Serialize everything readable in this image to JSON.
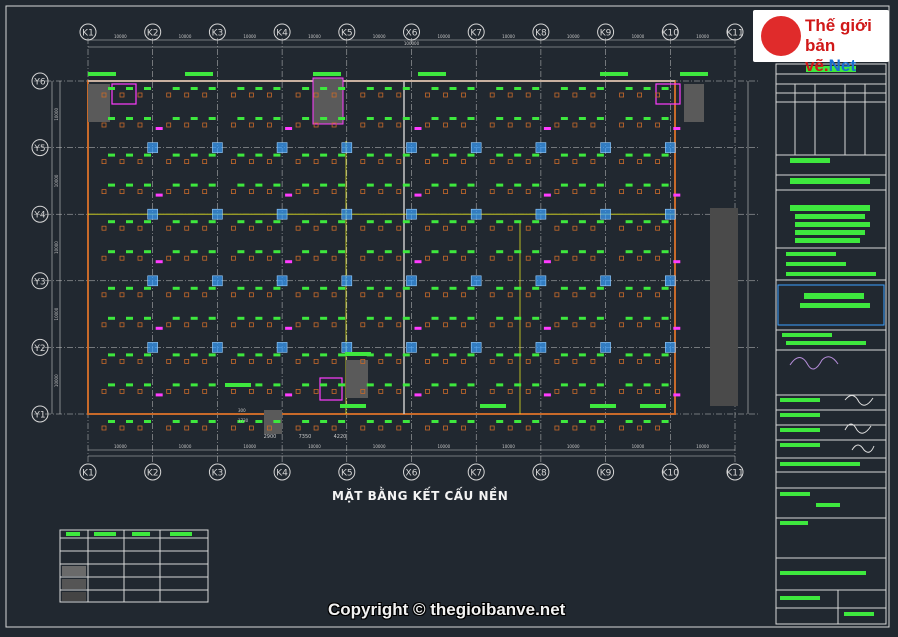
{
  "drawing": {
    "title": "MẶT BẰNG KẾT CẤU NỀN",
    "grid_x": [
      "K1",
      "K2",
      "K3",
      "K4",
      "K5",
      "X6",
      "K7",
      "K8",
      "K9",
      "K10",
      "K11"
    ],
    "grid_y": [
      "Y6",
      "Y5",
      "Y4",
      "Y3",
      "Y2",
      "Y1"
    ],
    "span_label_top": "10000",
    "overall_label_top": "100000",
    "span_label_left": "10000",
    "bottom_dims": [
      "2900",
      "7350",
      "4220"
    ],
    "small_dims": [
      "300",
      "1730"
    ]
  },
  "logo": {
    "line1": "Thế giới",
    "line2": "bản vẽ.",
    "line2_accent": "Net",
    "brand_red": "#d01818",
    "brand_blue": "#1a6fd1"
  },
  "copyright": "Copyright © thegioibanve.net",
  "colors": {
    "background": "#212830",
    "grid_line": "#c8c8c8",
    "bubble": "#d6d6d6",
    "label_green": "#3ee83e",
    "label_magenta": "#ff3cff",
    "column_blue": "#3aa0ff",
    "footing_orange": "#c86a2a",
    "wall_yellow": "#e0e020"
  }
}
